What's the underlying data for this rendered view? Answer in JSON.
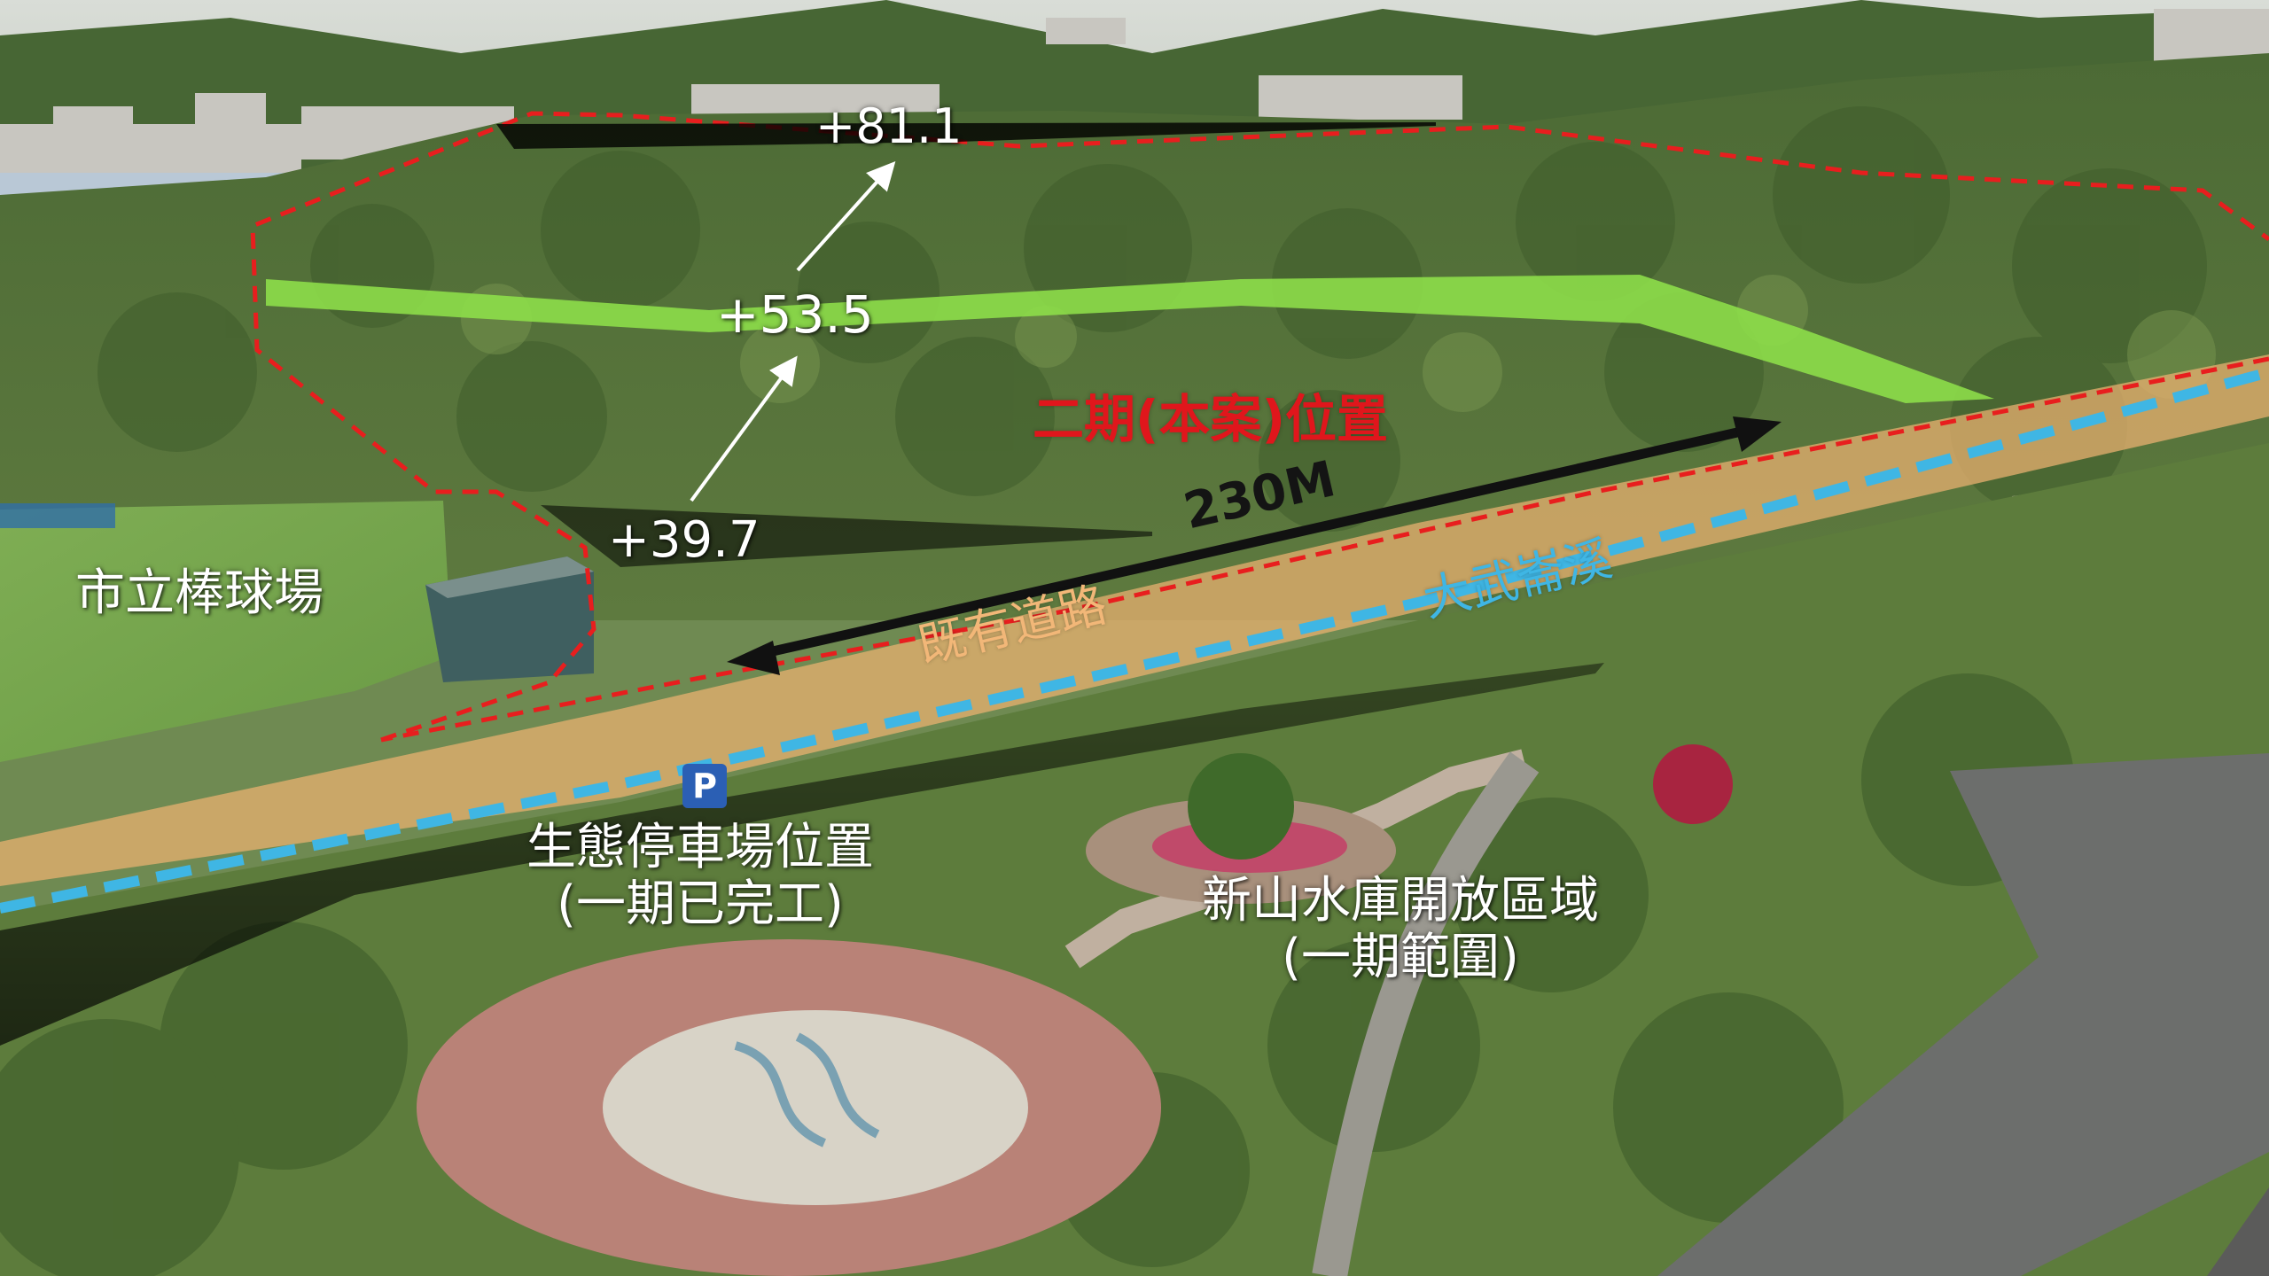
{
  "annotations": {
    "elevation_top": "+81.1",
    "elevation_mid": "+53.5",
    "elevation_low": "+39.7",
    "phase2_label": "二期(本案)位置",
    "distance_label": "230M",
    "existing_road_label": "既有道路",
    "creek_label": "大武崙溪",
    "baseball_label": "市立棒球場",
    "parking_badge": "P",
    "parking_line1": "生態停車場位置",
    "parking_line2": "(一期已完工)",
    "reservoir_line1": "新山水庫開放區域",
    "reservoir_line2": "(一期範圍)"
  },
  "colors": {
    "boundary_dashed": "#e81e1e",
    "green_band": "#8ee04a",
    "road_band": "#e8b070",
    "creek_dashed": "#3fb6e4",
    "parking_badge": "#2b5fb4"
  }
}
